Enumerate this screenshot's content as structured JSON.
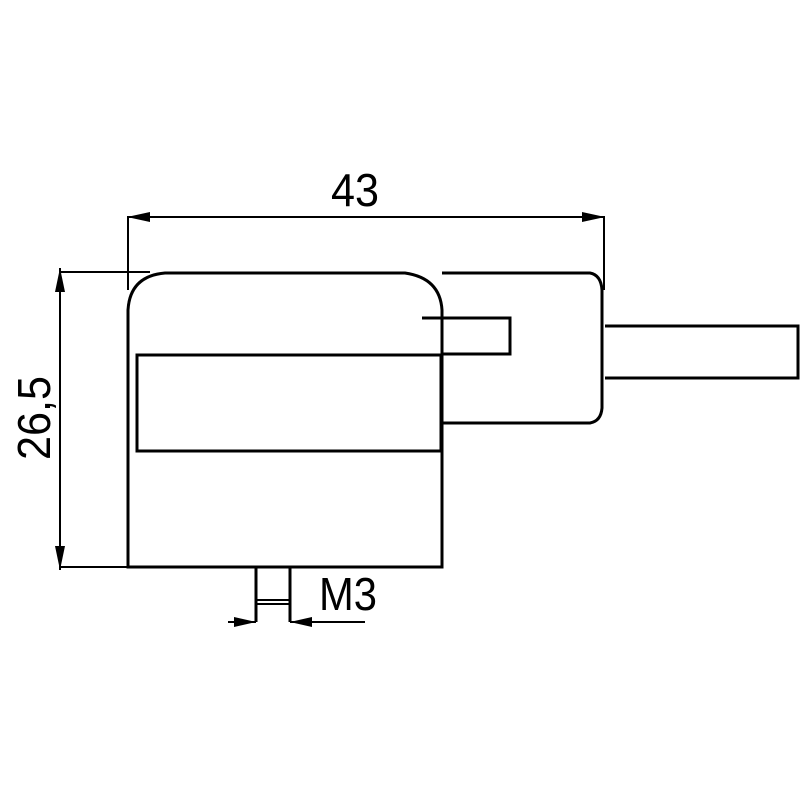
{
  "drawing": {
    "type": "technical-dimension-drawing",
    "subject": "angled connector with cable",
    "line_color": "#000000",
    "background": "#ffffff"
  },
  "dimensions": {
    "width": {
      "label": "43",
      "orientation": "horizontal"
    },
    "height": {
      "label": "26,5",
      "orientation": "vertical"
    },
    "thread": {
      "label": "M3",
      "orientation": "horizontal"
    }
  },
  "parts": {
    "main_body": "connector-body",
    "window": "inner-window",
    "tab": "locking-tab",
    "housing": "cable-housing",
    "cable": "cable",
    "screw": "m3-screw"
  }
}
